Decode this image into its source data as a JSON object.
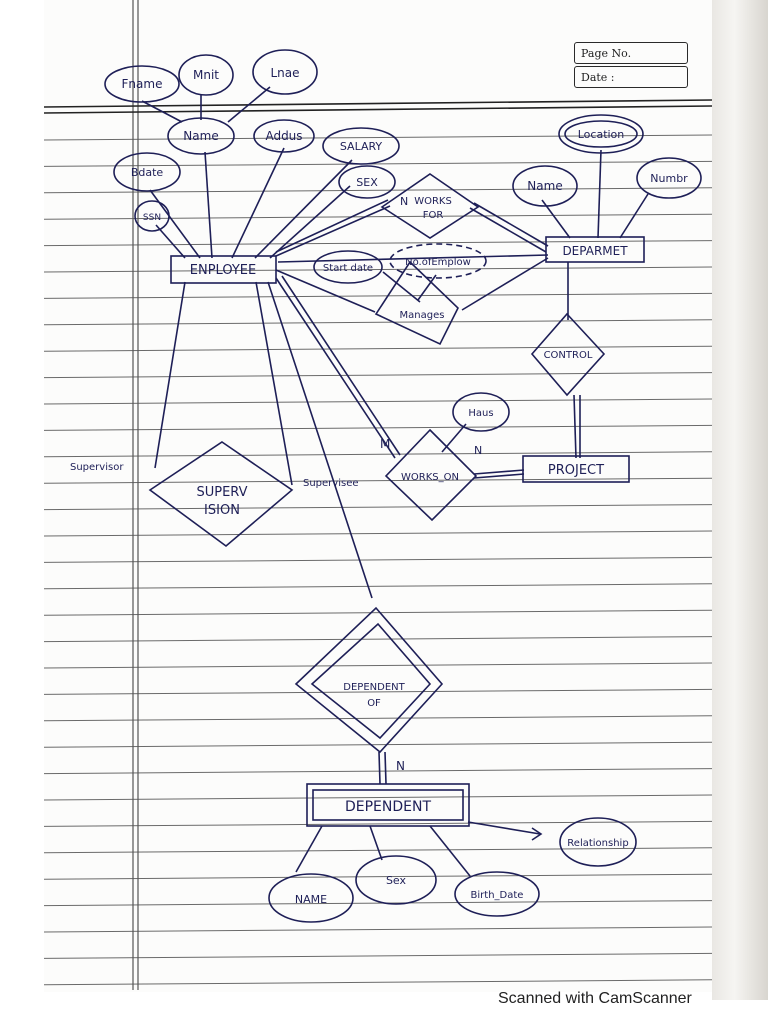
{
  "header": {
    "page_no_label": "Page No.",
    "date_label": "Date :"
  },
  "entities": {
    "employee": "ENPLOYEE",
    "department": "DEPARMET",
    "project": "PROJECT",
    "dependent": "DEPENDENT"
  },
  "attributes": {
    "fname": "Fname",
    "minit": "Mnit",
    "lname": "Lnae",
    "name": "Name",
    "address": "Addus",
    "salary": "SALARY",
    "bdate": "Bdate",
    "sex": "SEX",
    "ssn": "SSN",
    "dept_name": "Name",
    "location": "Location",
    "number": "Numbr",
    "start_date": "Start date",
    "no_of_employees": "No.ofEmplow",
    "hours": "Haus",
    "dep_name": "NAME",
    "dep_sex": "Sex",
    "birth_date": "Birth_Date",
    "relationship": "Relationship"
  },
  "relationships": {
    "works_for_line1": "WORKS",
    "works_for_line2": "FOR",
    "manages": "Manages",
    "controls": "CONTROL",
    "supervision_line1": "SUPERV",
    "supervision_line2": "ISION",
    "works_on": "WORKS_ON",
    "dependents_of_line1": "DEPENDENT",
    "dependents_of_line2": "OF"
  },
  "role_labels": {
    "supervisor": "Supervisor",
    "supervisee": "Supervisee"
  },
  "cardinalities": {
    "works_for_n": "N",
    "works_on_m": "M",
    "works_on_n": "N",
    "dependents_n": "N"
  },
  "footer": {
    "scanner": "Scanned with CamScanner"
  }
}
